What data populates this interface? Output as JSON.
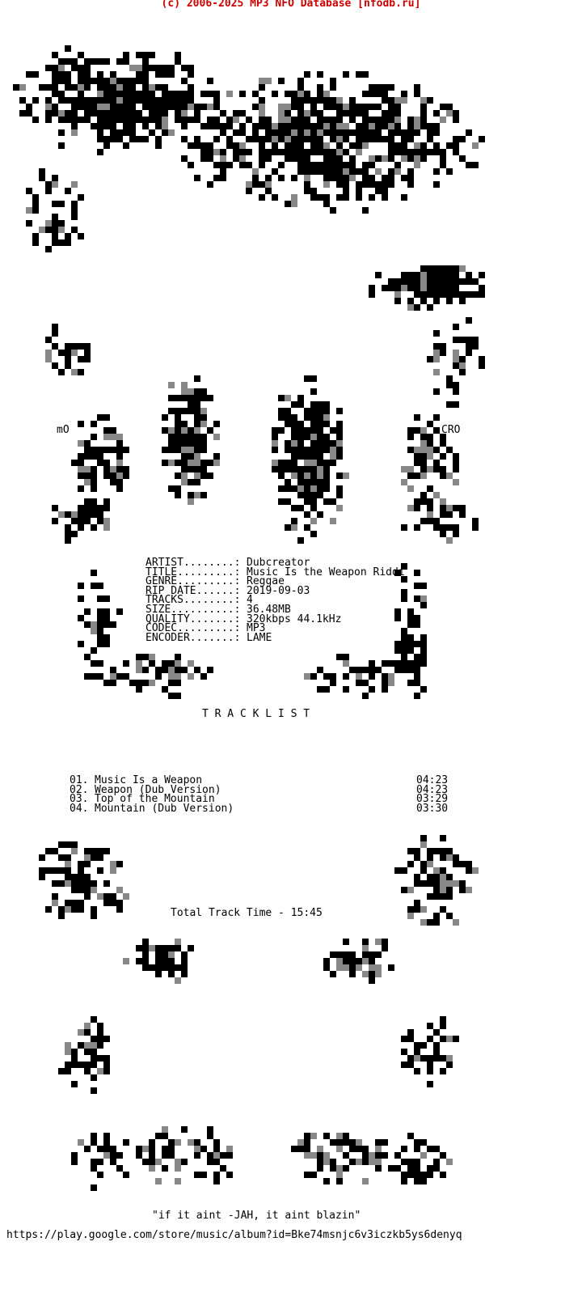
{
  "header": "(c) 2006-2025 MP3 NFO Database [nfodb.ru]",
  "header_color": "#cc0000",
  "art_signature_left": "mO",
  "art_signature_right": "CRO",
  "info": [
    {
      "label": "ARTIST........:",
      "value": "Dubcreator"
    },
    {
      "label": "TITLE.........:",
      "value": "Music Is the Weapon Riddi"
    },
    {
      "label": "GENRE.........:",
      "value": "Reggae"
    },
    {
      "label": "RIP DATE......:",
      "value": "2019-09-03"
    },
    {
      "label": "TRACKS........:",
      "value": "4"
    },
    {
      "label": "SIZE..........:",
      "value": "36.48MB"
    },
    {
      "label": "QUALITY.......:",
      "value": "320kbps 44.1kHz"
    },
    {
      "label": "CODEC.........:",
      "value": "MP3"
    },
    {
      "label": "ENCODER.......:",
      "value": "LAME"
    }
  ],
  "tracklist_heading": "T R A C K L I S T",
  "tracks": [
    {
      "num": "01.",
      "title": "Music Is a Weapon",
      "time": "04:23"
    },
    {
      "num": "02.",
      "title": "Weapon (Dub Version)",
      "time": "04:23"
    },
    {
      "num": "03.",
      "title": "Top of the Mountain",
      "time": "03:29"
    },
    {
      "num": "04.",
      "title": "Mountain (Dub Version)",
      "time": "03:30"
    }
  ],
  "total_time": "Total Track Time - 15:45",
  "quote": "\"if it aint -JAH, it aint blazin\"",
  "link": "https://play.google.com/store/music/album?id=Bke74msnjc6v3iczkb5ys6denyq"
}
